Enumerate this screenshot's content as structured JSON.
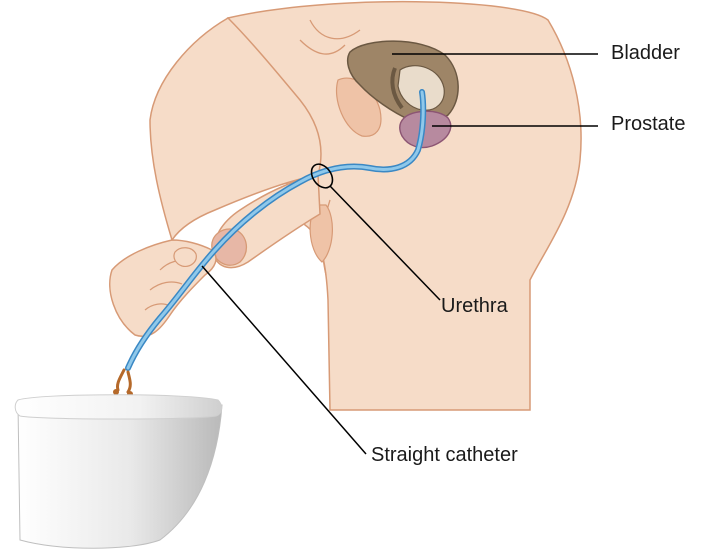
{
  "diagram": {
    "labels": {
      "bladder": "Bladder",
      "prostate": "Prostate",
      "urethra": "Urethra",
      "catheter": "Straight catheter"
    },
    "colors": {
      "skin": "#f6dcc8",
      "skin_outline": "#d79a76",
      "skin_shadow": "#efc3a7",
      "bladder": "#9e8567",
      "bladder_dark": "#6b5842",
      "prostate": "#b78a9f",
      "prostate_outline": "#8c5573",
      "catheter": "#8fc8ea",
      "catheter_outline": "#3a88c4",
      "urine": "#b5692a",
      "bowl": "#f0f0f0",
      "bowl_shadow": "#bfbfbf",
      "leader_line": "#000000"
    }
  }
}
